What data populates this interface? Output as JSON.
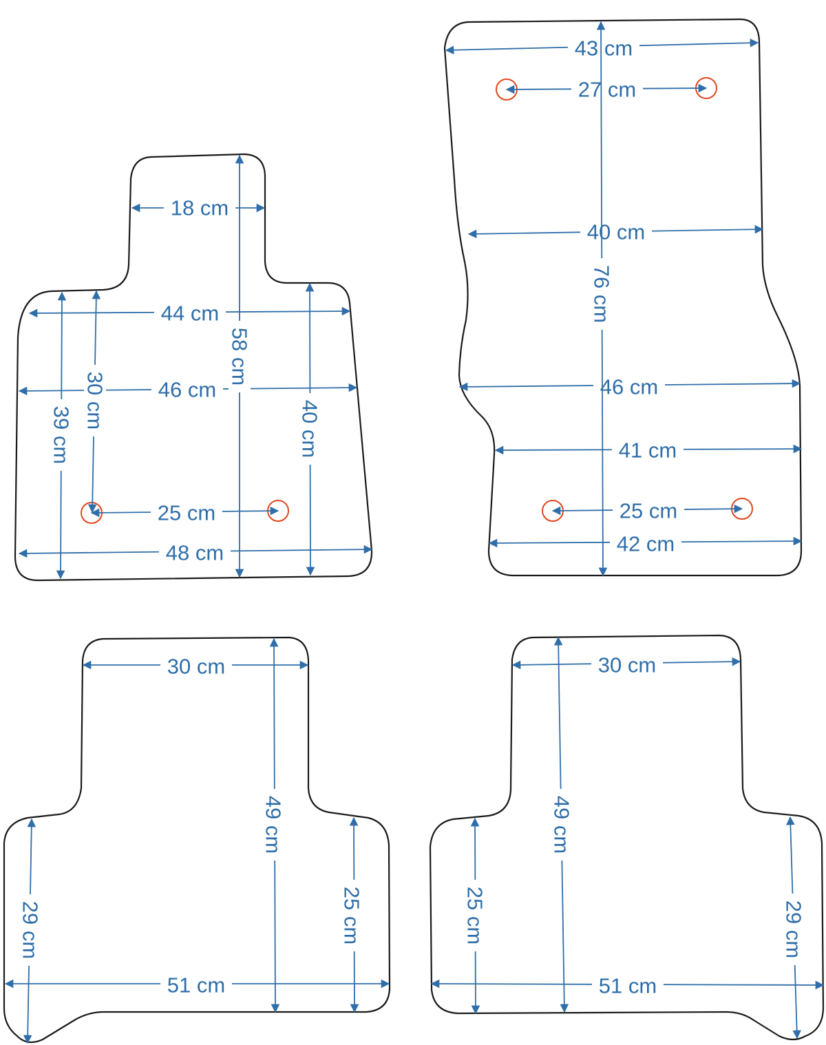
{
  "colors": {
    "outline": "#1a1a1a",
    "dimension": "#2f6ea8",
    "hole": "#e0461c",
    "background": "#ffffff"
  },
  "mats": [
    {
      "name": "front-left-mat",
      "dimensions": [
        {
          "id": "fl-width-top",
          "label": "18 cm",
          "value_cm": 18,
          "orientation": "horizontal"
        },
        {
          "id": "fl-width-44",
          "label": "44 cm",
          "value_cm": 44,
          "orientation": "horizontal"
        },
        {
          "id": "fl-width-46",
          "label": "46 cm",
          "value_cm": 46,
          "orientation": "horizontal"
        },
        {
          "id": "fl-hole-spacing",
          "label": "25 cm",
          "value_cm": 25,
          "orientation": "horizontal"
        },
        {
          "id": "fl-width-bottom",
          "label": "48 cm",
          "value_cm": 48,
          "orientation": "horizontal"
        },
        {
          "id": "fl-height-total",
          "label": "58 cm",
          "value_cm": 58,
          "orientation": "vertical"
        },
        {
          "id": "fl-height-left",
          "label": "39 cm",
          "value_cm": 39,
          "orientation": "vertical"
        },
        {
          "id": "fl-hole-height",
          "label": "30 cm",
          "value_cm": 30,
          "orientation": "vertical"
        },
        {
          "id": "fl-height-right",
          "label": "40 cm",
          "value_cm": 40,
          "orientation": "vertical"
        }
      ]
    },
    {
      "name": "front-right-mat",
      "dimensions": [
        {
          "id": "fr-width-top",
          "label": "43 cm",
          "value_cm": 43,
          "orientation": "horizontal"
        },
        {
          "id": "fr-hole-spacing-top",
          "label": "27 cm",
          "value_cm": 27,
          "orientation": "horizontal"
        },
        {
          "id": "fr-width-40",
          "label": "40 cm",
          "value_cm": 40,
          "orientation": "horizontal"
        },
        {
          "id": "fr-width-46",
          "label": "46 cm",
          "value_cm": 46,
          "orientation": "horizontal"
        },
        {
          "id": "fr-width-41",
          "label": "41 cm",
          "value_cm": 41,
          "orientation": "horizontal"
        },
        {
          "id": "fr-hole-spacing-bottom",
          "label": "25 cm",
          "value_cm": 25,
          "orientation": "horizontal"
        },
        {
          "id": "fr-width-bottom",
          "label": "42 cm",
          "value_cm": 42,
          "orientation": "horizontal"
        },
        {
          "id": "fr-height-total",
          "label": "76 cm",
          "value_cm": 76,
          "orientation": "vertical"
        }
      ]
    },
    {
      "name": "rear-left-mat",
      "dimensions": [
        {
          "id": "rl-width-top",
          "label": "30 cm",
          "value_cm": 30,
          "orientation": "horizontal"
        },
        {
          "id": "rl-width-bottom",
          "label": "51 cm",
          "value_cm": 51,
          "orientation": "horizontal"
        },
        {
          "id": "rl-height-total",
          "label": "49 cm",
          "value_cm": 49,
          "orientation": "vertical"
        },
        {
          "id": "rl-height-left",
          "label": "29 cm",
          "value_cm": 29,
          "orientation": "vertical"
        },
        {
          "id": "rl-height-right",
          "label": "25 cm",
          "value_cm": 25,
          "orientation": "vertical"
        }
      ]
    },
    {
      "name": "rear-right-mat",
      "dimensions": [
        {
          "id": "rr-width-top",
          "label": "30 cm",
          "value_cm": 30,
          "orientation": "horizontal"
        },
        {
          "id": "rr-width-bottom",
          "label": "51 cm",
          "value_cm": 51,
          "orientation": "horizontal"
        },
        {
          "id": "rr-height-total",
          "label": "49 cm",
          "value_cm": 49,
          "orientation": "vertical"
        },
        {
          "id": "rr-height-left",
          "label": "25 cm",
          "value_cm": 25,
          "orientation": "vertical"
        },
        {
          "id": "rr-height-right",
          "label": "29 cm",
          "value_cm": 29,
          "orientation": "vertical"
        }
      ]
    }
  ]
}
